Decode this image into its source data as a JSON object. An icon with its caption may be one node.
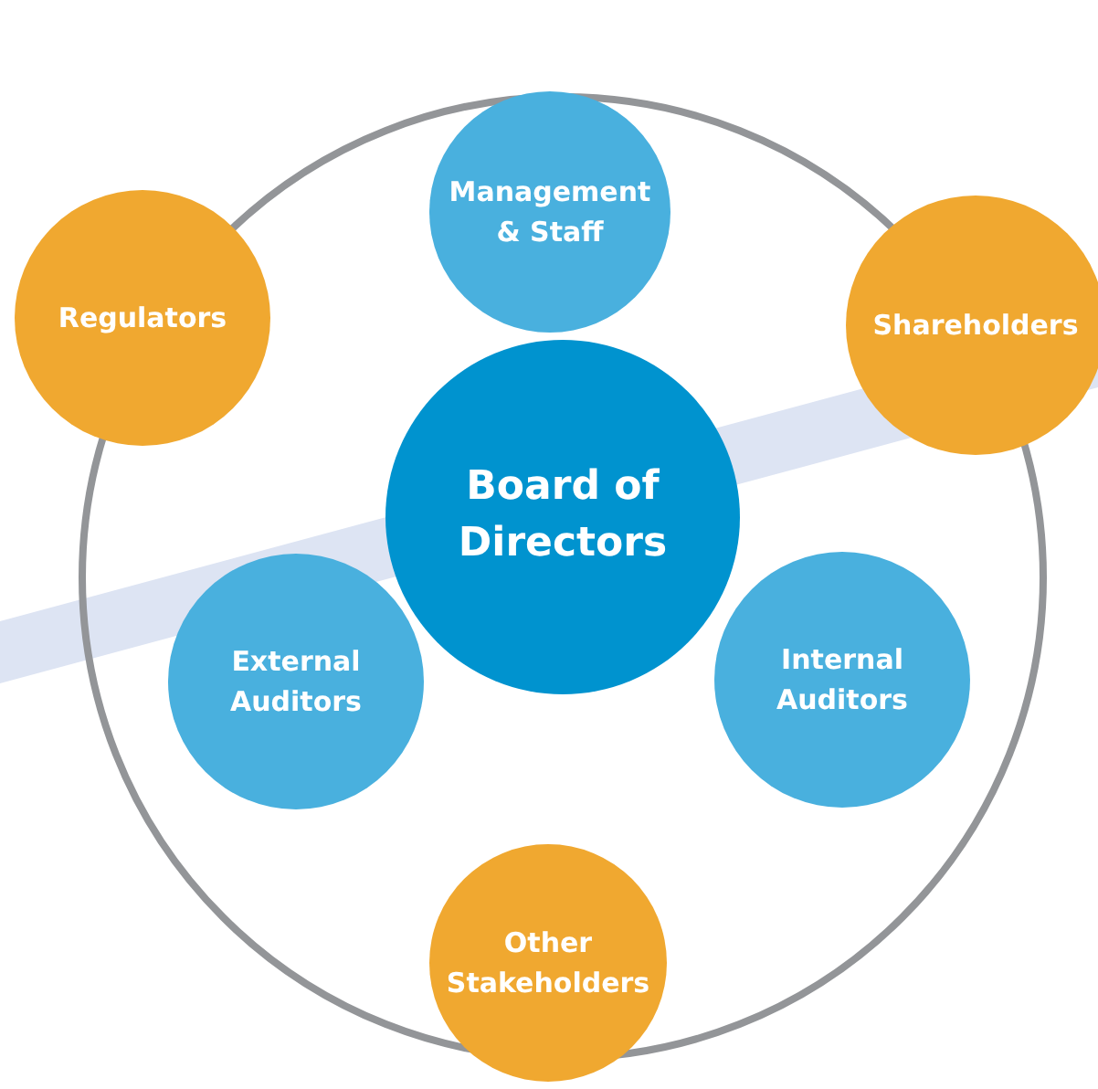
{
  "diagram": {
    "nodes": [
      {
        "text": [],
        "shape": "circle"
      },
      {
        "text": [
          "Management & Staff"
        ],
        "in": 0
      },
      {
        "text": [
          "Regulators"
        ]
      },
      {
        "text": [
          "Shareholders"
        ]
      },
      {
        "text": [
          "Board of Directors"
        ],
        "in": 0
      },
      {
        "text": [
          "External Auditors"
        ],
        "in": 0
      },
      {
        "text": [
          "Internal Auditors"
        ],
        "in": 0
      },
      {
        "text": [
          "Other Stakeholders"
        ]
      }
    ]
  }
}
